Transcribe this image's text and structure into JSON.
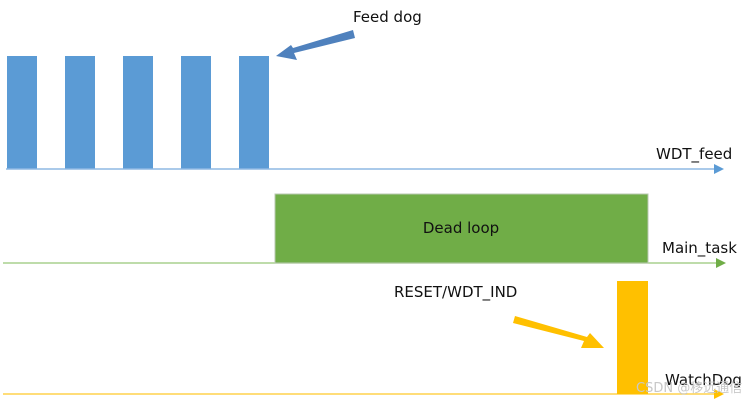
{
  "diagram": {
    "title": "Watchdog timing diagram",
    "tracks": [
      {
        "id": "wdt_feed",
        "label": "WDT_feed",
        "color": "#5b9bd5",
        "axis_color": "#8db8e3",
        "pulses": 5
      },
      {
        "id": "main_task",
        "label": "Main_task",
        "color": "#70ad47",
        "axis_color": "#a9d18e",
        "block_label": "Dead loop"
      },
      {
        "id": "watchdog",
        "label": "WatchDog",
        "color": "#ffc000",
        "axis_color": "#ffd24d"
      }
    ],
    "annotations": {
      "feed_dog": "Feed dog",
      "reset": "RESET/WDT_IND"
    },
    "watermark": "CSDN @移远通信"
  }
}
